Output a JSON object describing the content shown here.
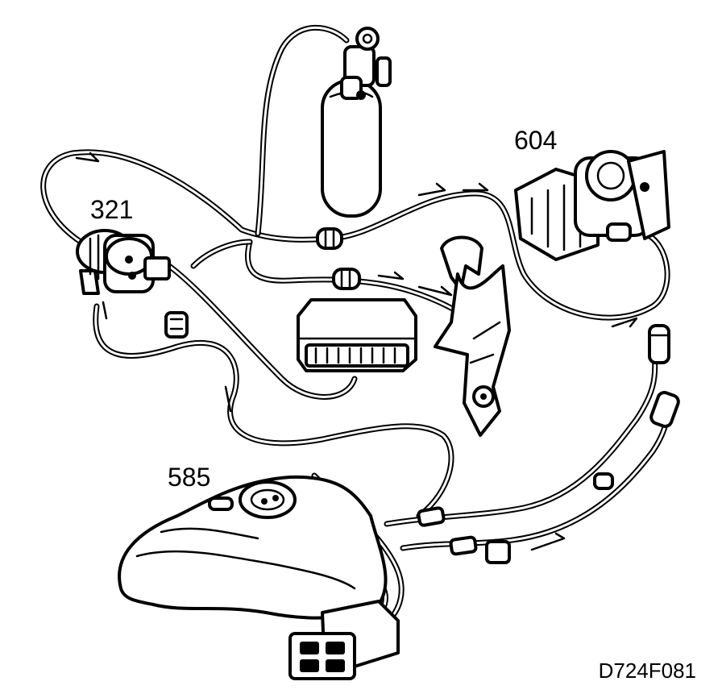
{
  "labels": {
    "evap_valve": "321",
    "throttle_body": "604",
    "fuel_tank": "585"
  },
  "figure_id": "D724F081"
}
